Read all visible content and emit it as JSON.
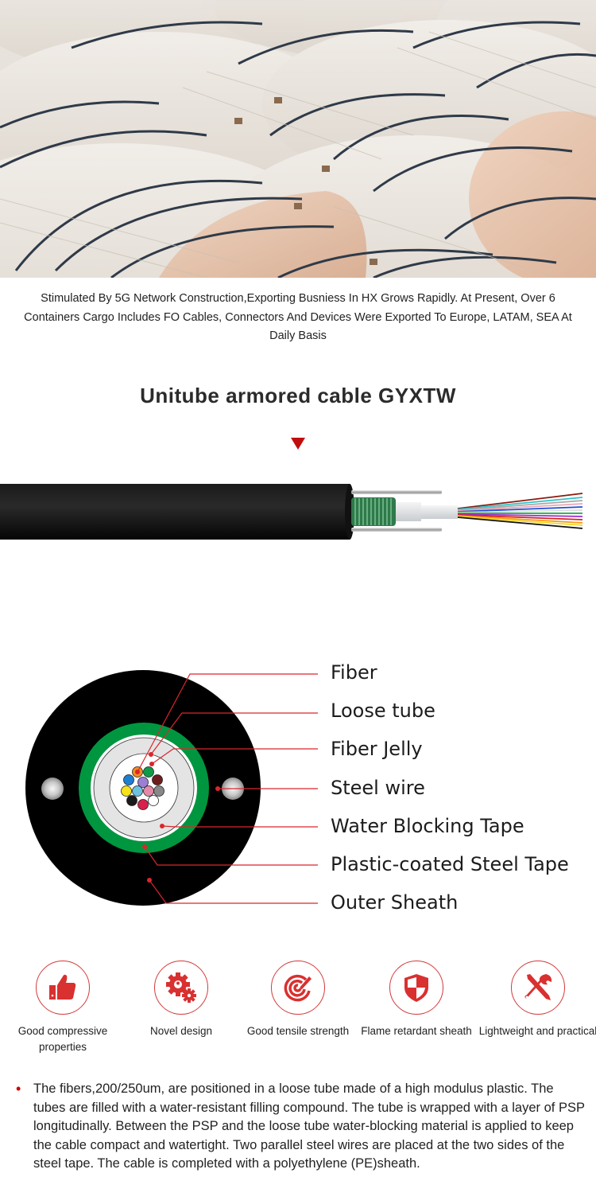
{
  "hero": {
    "alt": "Wooden cable drums stacked in warehouse",
    "colors": {
      "wood": "#e8e2da",
      "strap": "#2e3b4a",
      "edge": "#d9b59b"
    }
  },
  "intro": {
    "text": "Stimulated By 5G Network Construction,Exporting Busniess In HX Grows Rapidly. At Present, Over 6 Containers Cargo Includes FO Cables, Connectors And Devices Were Exported To Europe, LATAM, SEA At Daily Basis"
  },
  "product": {
    "title": "Unitube armored cable GYXTW",
    "arrow_color": "#c00d0d"
  },
  "cross_section": {
    "labels": [
      {
        "id": "fiber",
        "text": "Fiber"
      },
      {
        "id": "loose-tube",
        "text": "Loose tube"
      },
      {
        "id": "fiber-jelly",
        "text": "Fiber Jelly"
      },
      {
        "id": "steel-wire",
        "text": "Steel wire"
      },
      {
        "id": "water-blocking-tape",
        "text": "Water Blocking Tape"
      },
      {
        "id": "plastic-coated-steel-tape",
        "text": "Plastic-coated Steel Tape"
      },
      {
        "id": "outer-sheath",
        "text": "Outer Sheath"
      }
    ],
    "leader_color": "#d9262c",
    "fiber_colors": [
      "#f28c1e",
      "#0f9a48",
      "#1e7fd0",
      "#9b7fd4",
      "#6e1d1d",
      "#f6e21a",
      "#6cc3e0",
      "#e48aa8",
      "#888888",
      "#1a1a1a",
      "#d8204a",
      "#ffffff"
    ]
  },
  "features": [
    {
      "icon": "thumbs-up-icon",
      "label": "Good compressive properties"
    },
    {
      "icon": "gears-icon",
      "label": "Novel design"
    },
    {
      "icon": "target-icon",
      "label": "Good tensile strength"
    },
    {
      "icon": "shield-icon",
      "label": "Flame retardant sheath"
    },
    {
      "icon": "tools-icon",
      "label": "Lightweight and practical"
    }
  ],
  "accent_color": "#d93030",
  "description": {
    "bullet": "•",
    "text": "The fibers,200/250um, are positioned in a loose tube made of a high modulus plastic. The tubes are filled with a water-resistant filling compound. The tube is wrapped with a layer of PSP longitudinally. Between the PSP and the loose tube water-blocking material is applied to keep the cable compact and watertight. Two parallel steel wires are placed at the two sides of the steel tape. The cable is completed with a polyethylene (PE)sheath."
  }
}
